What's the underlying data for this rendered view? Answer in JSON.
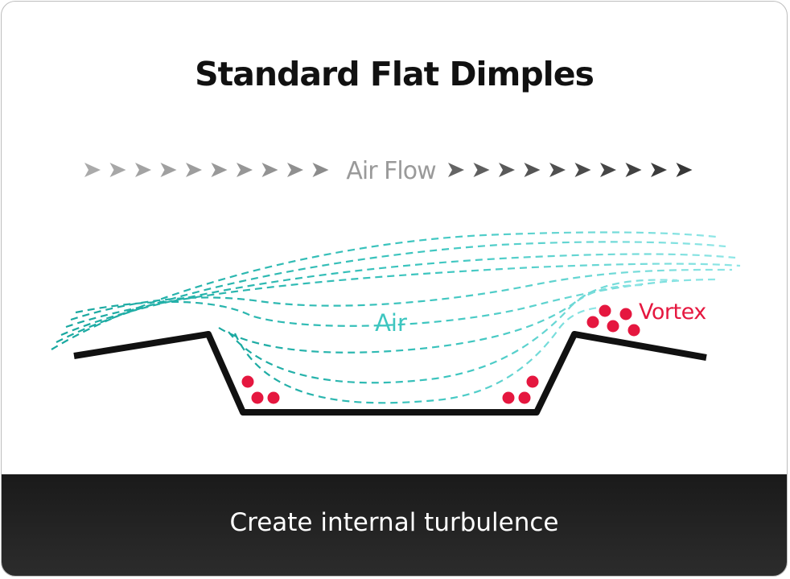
{
  "title": "Standard Flat Dimples",
  "airflow": {
    "label": "Air Flow",
    "arrow_glyph": "➤"
  },
  "labels": {
    "air": "Air",
    "vortex": "Vortex"
  },
  "footer": {
    "caption": "Create internal turbulence"
  },
  "colors": {
    "air": "#3ec6c0",
    "vortex": "#e5173f",
    "surface": "#111111",
    "footer_bg": "#222222",
    "arrow_left": "#9a9a9a",
    "arrow_right": "#555555"
  }
}
